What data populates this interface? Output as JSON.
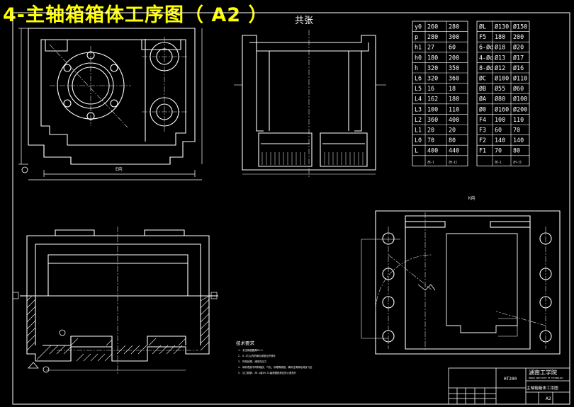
{
  "title": "4-主轴箱箱体工序图（  A2 ）",
  "overlay_text": "共张",
  "colors": {
    "background": "#000000",
    "lines": "#ffffff",
    "title": "#ffff00",
    "dash": "#dddddd"
  },
  "table_left": {
    "rows": [
      [
        "y0",
        "260",
        "280"
      ],
      [
        "p",
        "280",
        "300"
      ],
      [
        "h1",
        "27",
        "60"
      ],
      [
        "h0",
        "180",
        "200"
      ],
      [
        "h",
        "320",
        "350"
      ],
      [
        "L6",
        "320",
        "360"
      ],
      [
        "L5",
        "16",
        "18"
      ],
      [
        "L4",
        "162",
        "180"
      ],
      [
        "L3",
        "100",
        "110"
      ],
      [
        "L2",
        "360",
        "400"
      ],
      [
        "L1",
        "20",
        "20"
      ],
      [
        "L0",
        "70",
        "80"
      ],
      [
        "L",
        "400",
        "440"
      ]
    ],
    "footer": [
      "",
      "ZK-1",
      "ZH-11"
    ]
  },
  "table_right": {
    "rows": [
      [
        "ØL",
        "Ø130",
        "Ø150"
      ],
      [
        "F5",
        "180",
        "200"
      ],
      [
        "6-Ød",
        "Ø18",
        "Ø20"
      ],
      [
        "4-Ød",
        "Ø13",
        "Ø17"
      ],
      [
        "8-Ød",
        "Ø12",
        "Ø16"
      ],
      [
        "ØC",
        "Ø100",
        "Ø110"
      ],
      [
        "ØB",
        "Ø55",
        "Ø60"
      ],
      [
        "ØA",
        "Ø80",
        "Ø100"
      ],
      [
        "Ø0",
        "Ø160",
        "Ø200"
      ],
      [
        "F4",
        "100",
        "110"
      ],
      [
        "F3",
        "60",
        "70"
      ],
      [
        "F2",
        "140",
        "140"
      ],
      [
        "F1",
        "70",
        "80"
      ]
    ],
    "footer": [
      "",
      "ZK-1",
      "ZH-11"
    ]
  },
  "view_labels": {
    "e_view": "E向",
    "k_view": "K向"
  },
  "notes": {
    "heading": "技术要求",
    "items": [
      "1. 未注铸造圆角R3-5",
      "2. 0.3刀以内的铸孔缺陷允许修补",
      "3. 时效处理，消除内应力",
      "4. 铸件表面不得有裂纹、气孔、砂眼等缺陷，铸件应清除毛刺及飞边",
      "5. 加工精度：ZK-1级ZH-11级按图纸规定的公差执行"
    ]
  },
  "title_block": {
    "school": "湖南工学院",
    "school_en": "HUNAN INSTITUTE OF TECHNOLOGY",
    "material": "HT200",
    "drawing_name": "主轴箱箱体工序图",
    "sheet": "A2"
  }
}
